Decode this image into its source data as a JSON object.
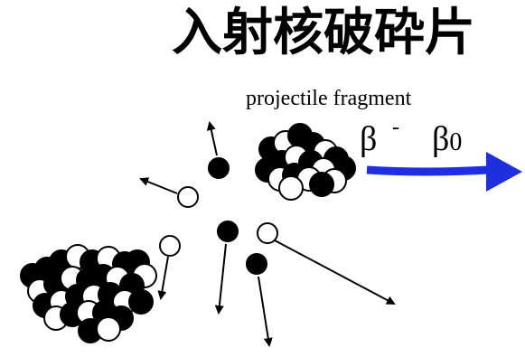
{
  "title": "入射核破砕片",
  "subtitle": "projectile fragment",
  "velocity": {
    "beta_symbol": "β",
    "minus_sign": "-",
    "zero_subscript": "0"
  },
  "colors": {
    "background": "#ffffff",
    "ink": "#000000",
    "arrow_blue": "#1f2fe0"
  },
  "icons": [
    "right-arrow-icon",
    "particle-arrow-icon"
  ]
}
